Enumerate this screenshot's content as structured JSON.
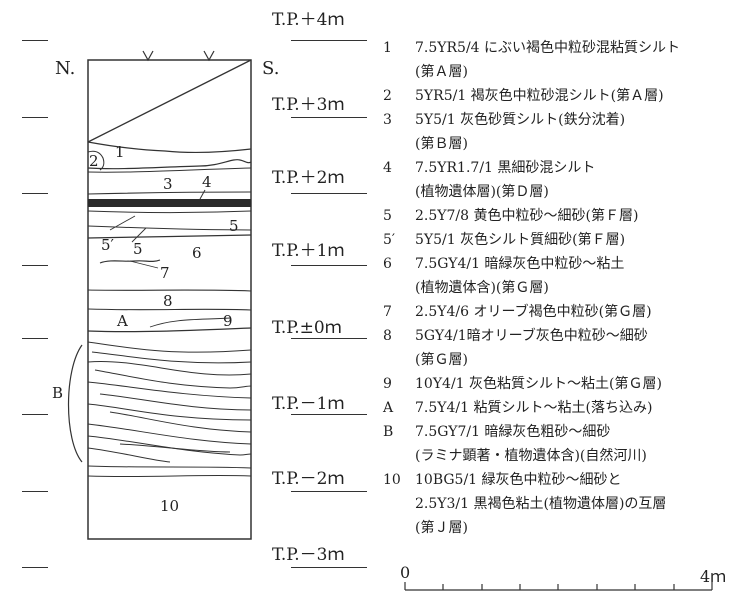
{
  "directions": {
    "north": "N.",
    "south": "S."
  },
  "elevations": [
    "T.P.＋4ｍ",
    "T.P.＋3ｍ",
    "T.P.＋2ｍ",
    "T.P.＋1ｍ",
    "T.P.±0ｍ",
    "T.P.－1ｍ",
    "T.P.－2ｍ",
    "T.P.－3ｍ"
  ],
  "column_labels": {
    "l1": "1",
    "l2": "2",
    "l3": "3",
    "l4": "4",
    "l5a": "5",
    "l5b": "5′",
    "l5c": "5",
    "l6": "6",
    "l7": "7",
    "l8": "8",
    "lA": "A",
    "l9": "9",
    "lB": "B",
    "l10": "10"
  },
  "legend": [
    {
      "key": "1",
      "lines": [
        "7.5YR5/4 にぶい褐色中粒砂混粘質シルト",
        "(第Ａ層)"
      ]
    },
    {
      "key": "2",
      "lines": [
        "5YR5/1 褐灰色中粒砂混シルト(第Ａ層)"
      ]
    },
    {
      "key": "3",
      "lines": [
        "5Y5/1 灰色砂質シルト(鉄分沈着)",
        "(第Ｂ層)"
      ]
    },
    {
      "key": "4",
      "lines": [
        "7.5YR1.7/1 黒細砂混シルト",
        "(植物遺体層)(第Ｄ層)"
      ]
    },
    {
      "key": "5",
      "lines": [
        "2.5Y7/8 黄色中粒砂～細砂(第Ｆ層)"
      ]
    },
    {
      "key": "5′",
      "lines": [
        "5Y5/1 灰色シルト質細砂(第Ｆ層)"
      ]
    },
    {
      "key": "6",
      "lines": [
        "7.5GY4/1 暗緑灰色中粒砂～粘土",
        "(植物遺体含)(第Ｇ層)"
      ]
    },
    {
      "key": "7",
      "lines": [
        "2.5Y4/6 オリーブ褐色中粒砂(第Ｇ層)"
      ]
    },
    {
      "key": "8",
      "lines": [
        "5GY4/1暗オリーブ灰色中粒砂～細砂",
        "(第Ｇ層)"
      ]
    },
    {
      "key": "9",
      "lines": [
        "10Y4/1 灰色粘質シルト～粘土(第Ｇ層)"
      ]
    },
    {
      "key": "A",
      "lines": [
        "7.5Y4/1 粘質シルト～粘土(落ち込み)"
      ]
    },
    {
      "key": "B",
      "lines": [
        "7.5GY7/1 暗緑灰色粗砂～細砂",
        "(ラミナ顕著・植物遺体含)(自然河川)"
      ]
    },
    {
      "key": "10",
      "lines": [
        "10BG5/1 緑灰色中粒砂～細砂と",
        "2.5Y3/1 黒褐色粘土(植物遺体層)の互層",
        "(第Ｊ層)"
      ]
    }
  ],
  "scale": {
    "start": "0",
    "end": "4ｍ"
  }
}
